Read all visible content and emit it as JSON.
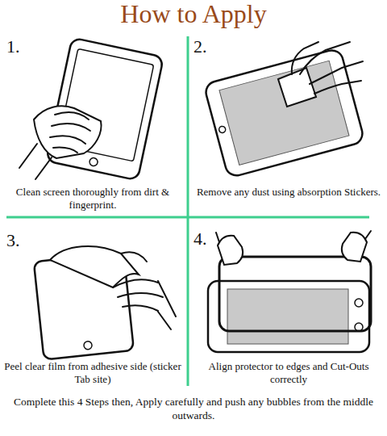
{
  "diagram": {
    "title": "How to Apply",
    "caption": "Complete this 4 Steps then, Apply carefully and push any bubbles from the middle outwards.",
    "labels": [
      "1.",
      "Clean screen thoroughly from dirt & fingerprint.",
      "2.",
      "Remove any dust using absorption Stickers.",
      "3.",
      "Peel clear film from adhesive side (sticker Tab site)",
      "4.",
      "Align protector to edges and Cut-Outs correctly"
    ]
  }
}
